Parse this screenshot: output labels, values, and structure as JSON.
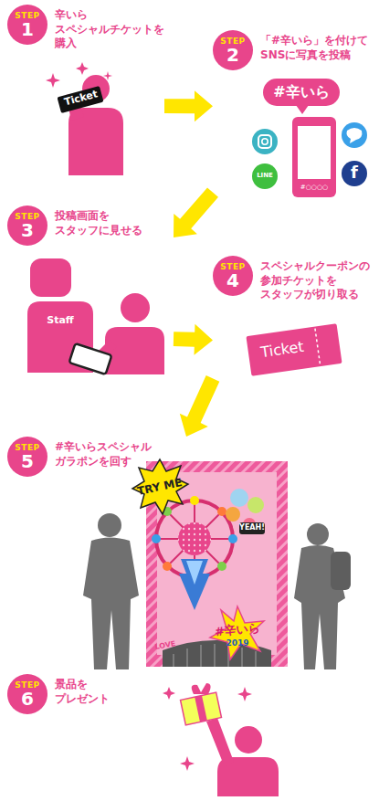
{
  "diagram": {
    "nodes": [
      {
        "text": [
          "STEP",
          "1",
          "辛いら スペシャルチケットを 購入"
        ]
      },
      {
        "text": [
          "STEP",
          "2",
          "「#辛いら」を付けて SNSに写真を投稿"
        ]
      },
      {
        "text": [
          "STEP",
          "3",
          "投稿画面を スタッフに見せる"
        ]
      },
      {
        "text": [
          "STEP",
          "4",
          "スペシャルクーポンの 参加チケットを スタッフが切り取る"
        ]
      },
      {
        "text": [
          "STEP",
          "5",
          "#辛いらスペシャル ガラポンを回す"
        ]
      },
      {
        "text": [
          "STEP",
          "6",
          "景品を プレゼント"
        ]
      }
    ],
    "edges": [
      {
        "from": 0,
        "to": 1,
        "arrow": "to"
      },
      {
        "from": 1,
        "to": 2,
        "arrow": "to"
      },
      {
        "from": 2,
        "to": 3,
        "arrow": "to"
      },
      {
        "from": 3,
        "to": 4,
        "arrow": "to"
      }
    ],
    "labels": [
      "Ticket",
      "#辛いら",
      "#○○○○",
      "LINE",
      "f",
      "Staff",
      "Ticket",
      "TRY ME",
      "YEAH!",
      "LOVE",
      "#辛いら",
      "2019"
    ]
  }
}
